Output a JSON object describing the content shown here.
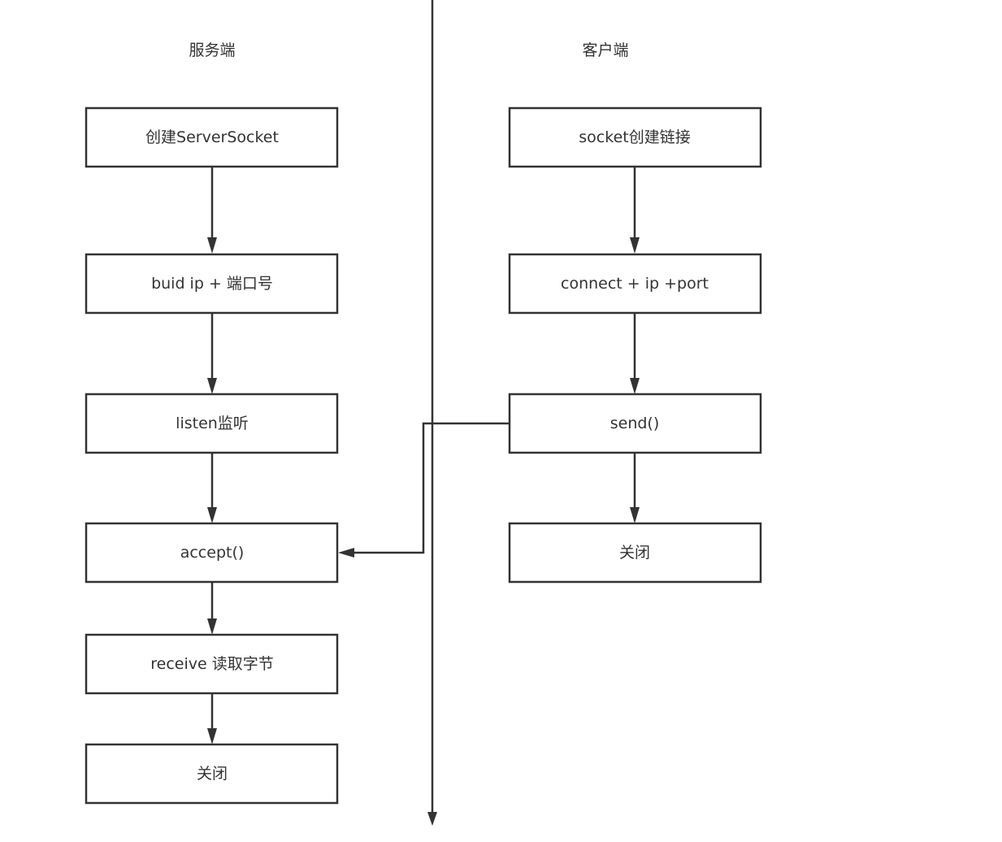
{
  "lanes": {
    "server_title": "服务端",
    "client_title": "客户端"
  },
  "server_steps": [
    {
      "label": "创建ServerSocket"
    },
    {
      "label": "buid ip + 端口号"
    },
    {
      "label": "listen监听"
    },
    {
      "label": "accept()"
    },
    {
      "label": "receive 读取字节"
    },
    {
      "label": "关闭"
    }
  ],
  "client_steps": [
    {
      "label": "socket创建链接"
    },
    {
      "label": "connect + ip +port"
    },
    {
      "label": "send()"
    },
    {
      "label": "关闭"
    }
  ],
  "colors": {
    "stroke": "#333333",
    "text": "#333333",
    "background": "#ffffff"
  }
}
